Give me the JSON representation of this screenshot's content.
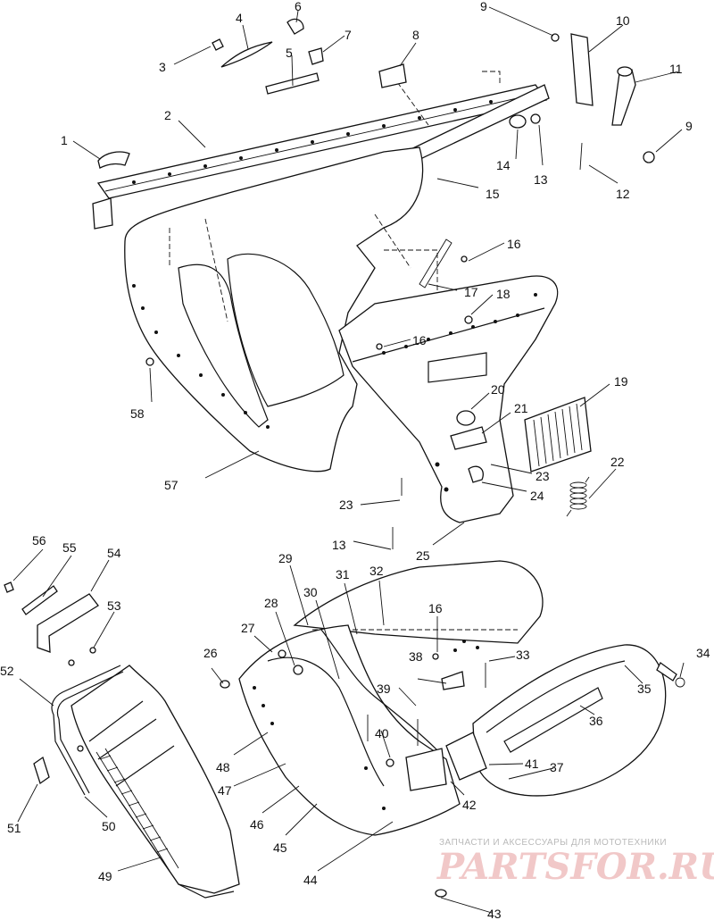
{
  "diagram": {
    "callouts": [
      "1",
      "2",
      "3",
      "4",
      "5",
      "6",
      "7",
      "8",
      "9",
      "10",
      "11",
      "12",
      "13",
      "14",
      "15",
      "16",
      "17",
      "18",
      "19",
      "20",
      "21",
      "22",
      "23",
      "24",
      "25",
      "26",
      "27",
      "28",
      "29",
      "30",
      "31",
      "32",
      "33",
      "34",
      "35",
      "36",
      "37",
      "38",
      "39",
      "40",
      "41",
      "42",
      "43",
      "44",
      "45",
      "46",
      "47",
      "48",
      "49",
      "50",
      "51",
      "52",
      "53",
      "54",
      "55",
      "56",
      "57",
      "58"
    ],
    "extra_labels": {
      "label_9b": "9",
      "label_13b": "13",
      "label_16b": "16",
      "label_16c": "16",
      "label_23b": "23"
    }
  },
  "watermark": {
    "tagline": "ЗАПЧАСТИ И АКСЕССУАРЫ ДЛЯ МОТОТЕХНИКИ",
    "logo": "PARTSFOR.RU"
  }
}
